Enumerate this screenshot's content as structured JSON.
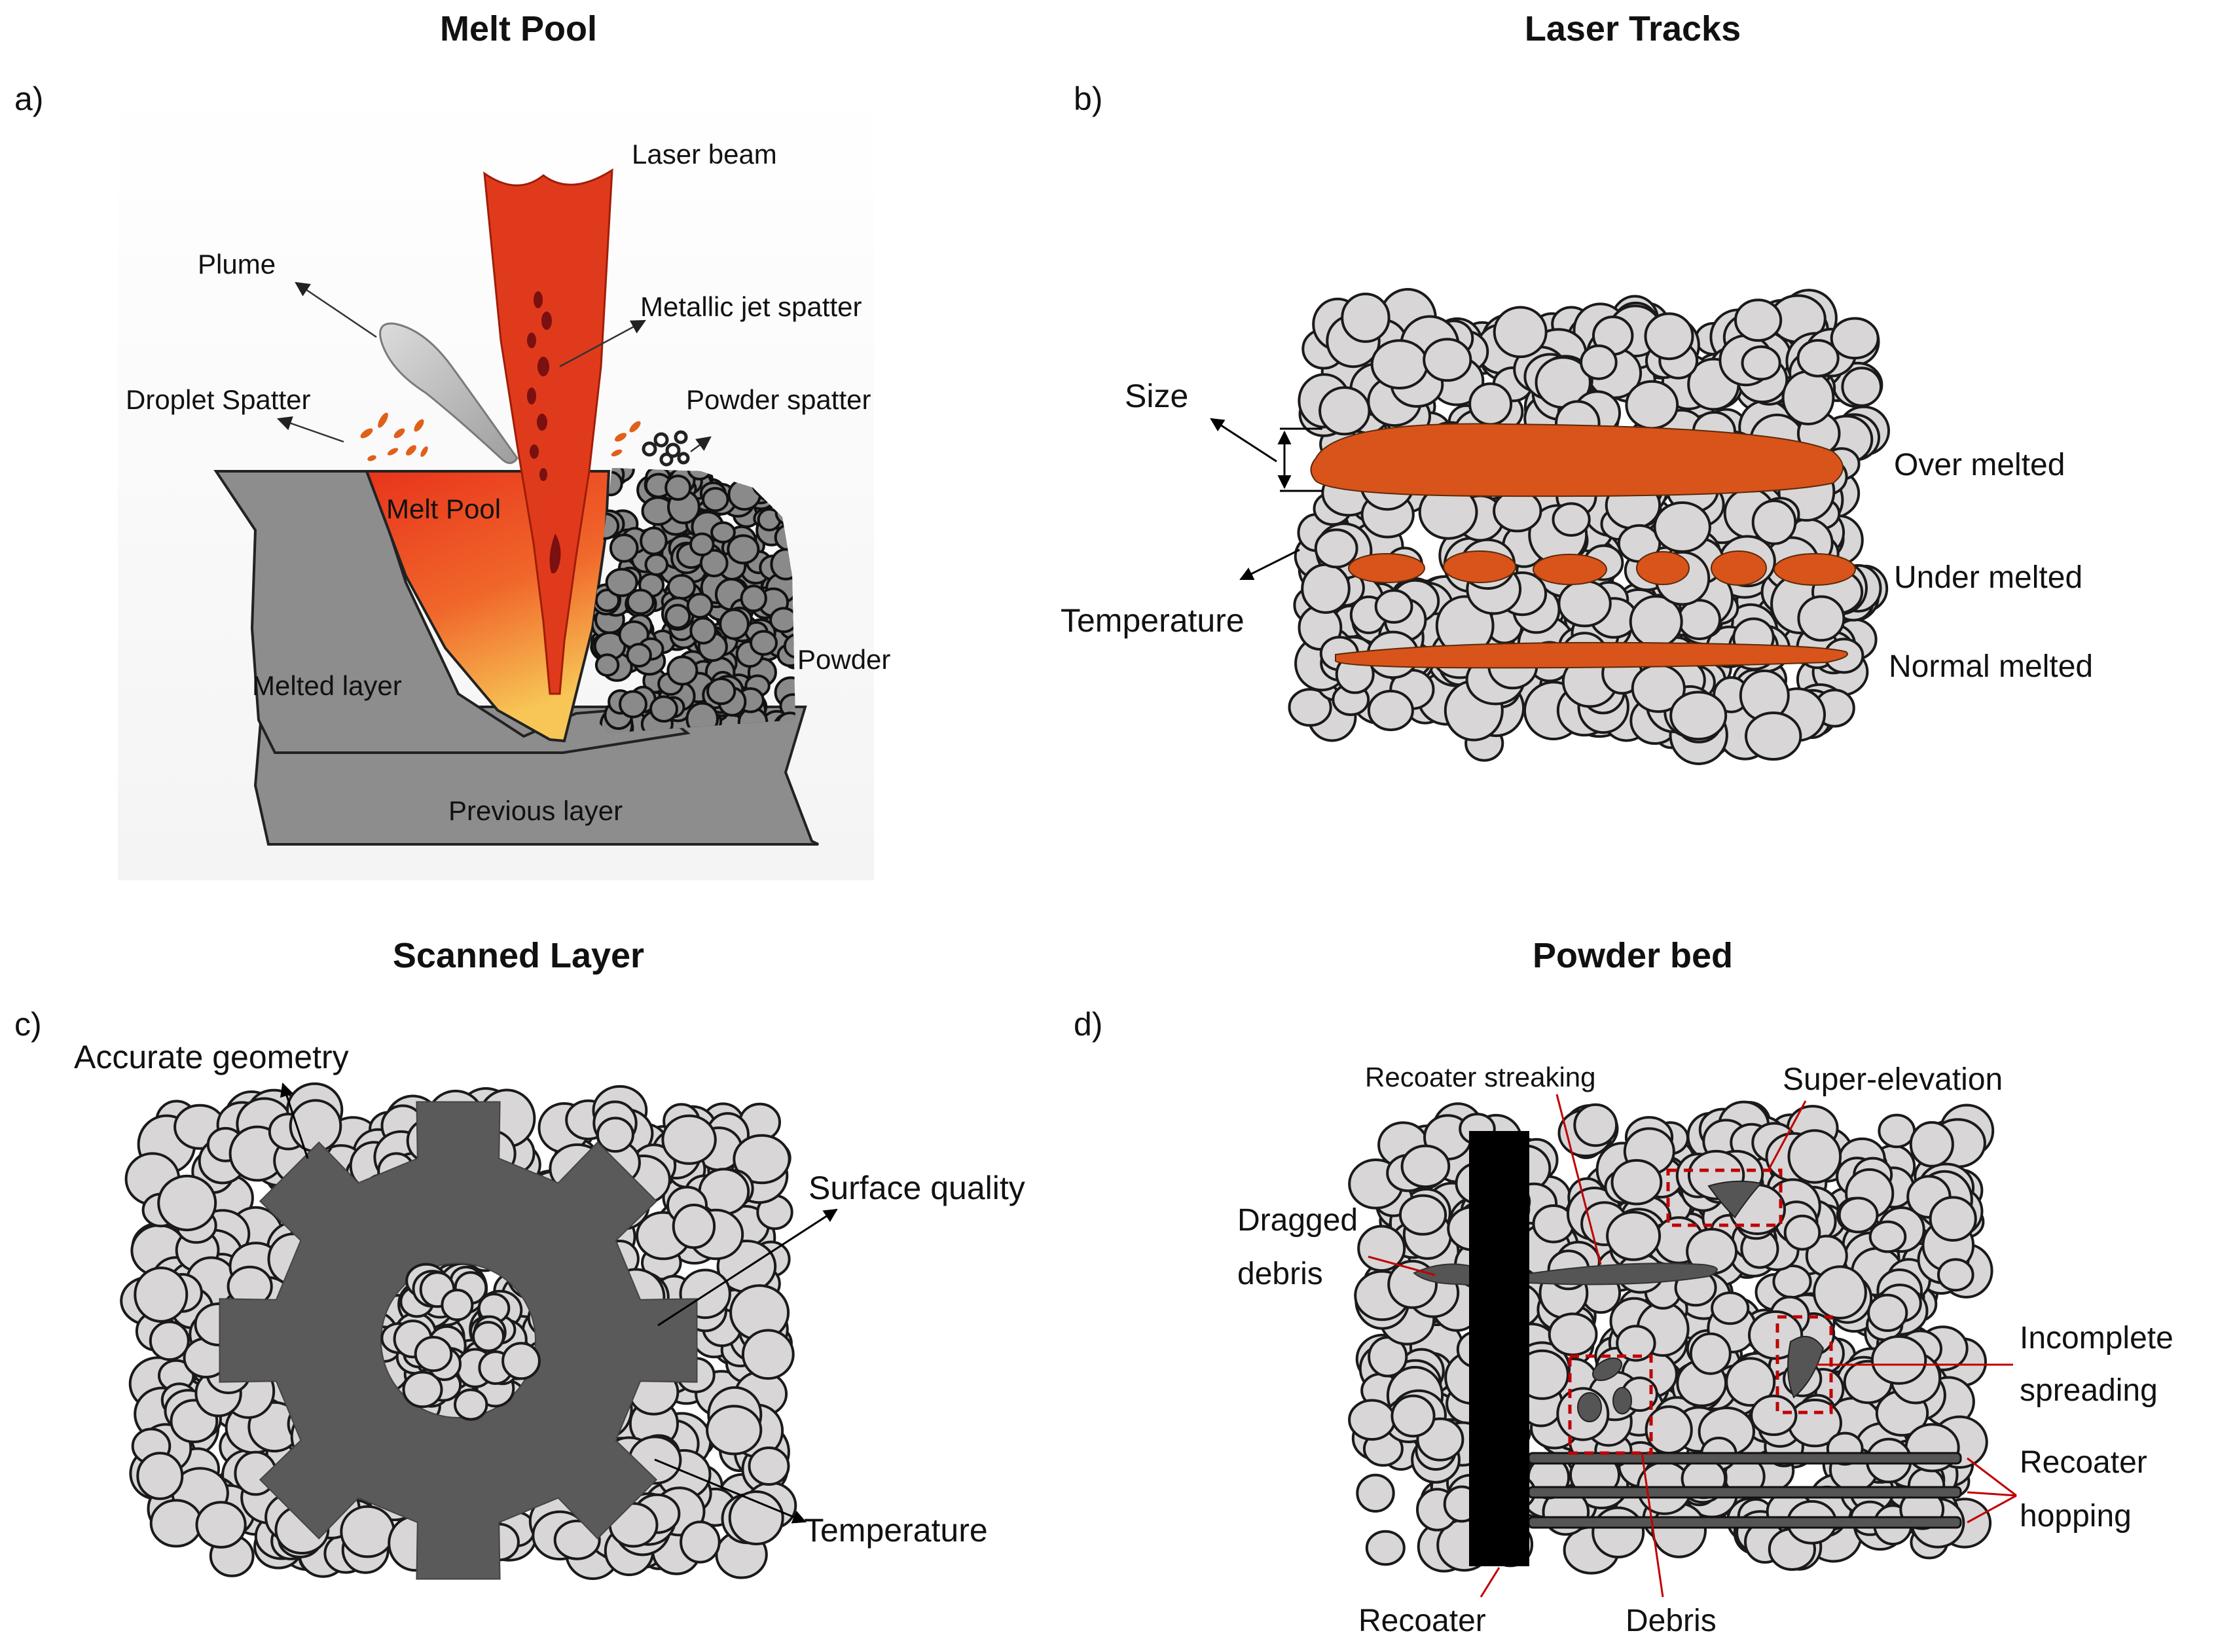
{
  "panels": {
    "a": {
      "letter": "a)",
      "title": "Melt Pool",
      "labels": {
        "laser_beam": "Laser beam",
        "plume": "Plume",
        "metallic_jet_spatter": "Metallic jet spatter",
        "droplet_spatter": "Droplet Spatter",
        "powder_spatter": "Powder spatter",
        "melt_pool": "Melt Pool",
        "powder": "Powder",
        "melted_layer": "Melted layer",
        "previous_layer": "Previous layer"
      }
    },
    "b": {
      "letter": "b)",
      "title": "Laser Tracks",
      "labels": {
        "size": "Size",
        "temperature": "Temperature",
        "over_melted": "Over melted",
        "under_melted": "Under melted",
        "normal_melted": "Normal melted"
      }
    },
    "c": {
      "letter": "c)",
      "title": "Scanned Layer",
      "labels": {
        "accurate_geometry": "Accurate geometry",
        "surface_quality": "Surface quality",
        "temperature": "Temperature"
      }
    },
    "d": {
      "letter": "d)",
      "title": "Powder bed",
      "labels": {
        "recoater_streaking": "Recoater streaking",
        "super_elevation": "Super-elevation",
        "dragged_debris_1": "Dragged",
        "dragged_debris_2": "debris",
        "incomplete_spreading_1": "Incomplete",
        "incomplete_spreading_2": "spreading",
        "recoater_hopping_1": "Recoater",
        "recoater_hopping_2": "hopping",
        "recoater": "Recoater",
        "debris": "Debris"
      }
    }
  },
  "colors": {
    "powder_fill": "#d8d6d6",
    "particle_outline": "#1a1a1a",
    "track_orange": "#d9541a",
    "laser_red": "#e03a1c",
    "melt_pool_top": "#e8341c",
    "melt_pool_bottom": "#f7c656",
    "layer_gray": "#8d8d8d",
    "gear_gray": "#5a5a5a",
    "recoater_black": "#000000",
    "defect_box_red": "#c00000",
    "debris_gray": "#555555",
    "plume_gray": "#c4c4c4"
  }
}
